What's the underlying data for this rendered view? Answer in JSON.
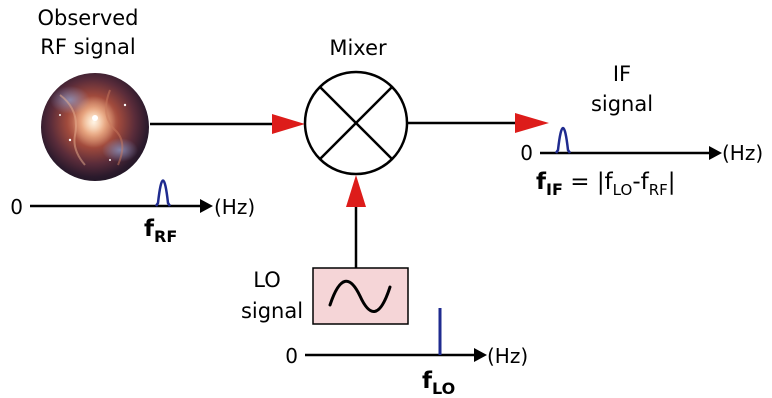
{
  "rf_source": {
    "title_line1": "Observed",
    "title_line2": "RF signal",
    "image_name": "orion-nebula-image"
  },
  "mixer": {
    "label": "Mixer",
    "symbol_name": "mixer-cross-icon"
  },
  "if_output": {
    "title_line1": "IF",
    "title_line2": "signal",
    "formula": {
      "lhs_main": "f",
      "lhs_sub": "IF",
      "equals": " = ",
      "bar_open": "|f",
      "sub1": "LO",
      "minus": "-f",
      "sub2": "RF",
      "bar_close": "|"
    }
  },
  "lo_input": {
    "title_line1": "LO",
    "title_line2": "signal",
    "symbol_name": "sine-wave-icon"
  },
  "axes": {
    "rf": {
      "zero": "0",
      "unit": "(Hz)",
      "freq_main": "f",
      "freq_sub": "RF"
    },
    "if": {
      "zero": "0",
      "unit": "(Hz)"
    },
    "lo": {
      "zero": "0",
      "unit": "(Hz)",
      "freq_main": "f",
      "freq_sub": "LO"
    }
  },
  "colors": {
    "arrowhead": "#dd1c1a",
    "spectrum_line": "#1f2b8f",
    "lo_box_fill": "#f5d5d7",
    "line": "#000000"
  }
}
